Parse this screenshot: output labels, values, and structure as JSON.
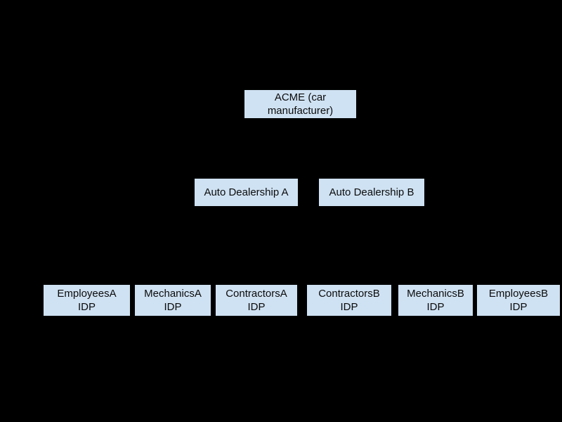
{
  "diagram": {
    "type": "hierarchy",
    "background_color": "#000000",
    "node_fill_color": "#cfe2f3",
    "node_text_color": "#0b0b0b",
    "root": {
      "label": "ACME (car\nmanufacturer)"
    },
    "level2": [
      {
        "label": "Auto Dealership A"
      },
      {
        "label": "Auto Dealership B"
      }
    ],
    "level3": [
      {
        "label": "EmployeesA\nIDP"
      },
      {
        "label": "MechanicsA\nIDP"
      },
      {
        "label": "ContractorsA\nIDP"
      },
      {
        "label": "ContractorsB\nIDP"
      },
      {
        "label": "MechanicsB\nIDP"
      },
      {
        "label": "EmployeesB\nIDP"
      }
    ]
  }
}
